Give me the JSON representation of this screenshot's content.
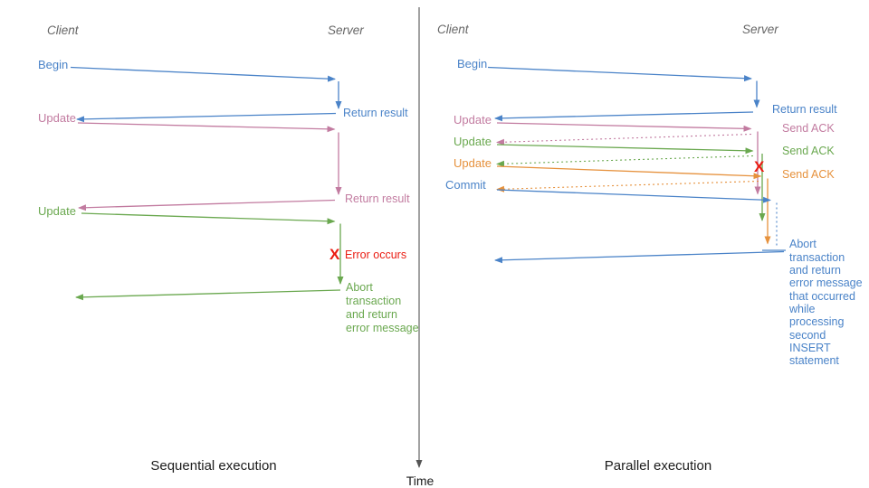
{
  "colors": {
    "blue": "#4a83c8",
    "pink": "#c27ba0",
    "green": "#6aa84f",
    "orange": "#e6913c",
    "red": "#ea1c12",
    "header_gray": "#666666",
    "text_dark": "#1c1c1c",
    "axis": "#555555"
  },
  "time_axis": {
    "label": "Time"
  },
  "left_panel": {
    "caption": "Sequential execution",
    "client": "Client",
    "server": "Server",
    "labels": {
      "begin": "Begin",
      "return_result_1": "Return result",
      "update_1": "Update",
      "return_result_2": "Return result",
      "update_2": "Update",
      "error_mark": "X",
      "error_text": "Error occurs",
      "abort_lines": [
        "Abort",
        "transaction",
        "and return",
        "error message"
      ]
    }
  },
  "right_panel": {
    "caption": "Parallel execution",
    "client": "Client",
    "server": "Server",
    "labels": {
      "begin": "Begin",
      "return_result": "Return result",
      "update_1": "Update",
      "update_2": "Update",
      "update_3": "Update",
      "commit": "Commit",
      "send_ack_1": "Send ACK",
      "send_ack_2": "Send ACK",
      "send_ack_3": "Send ACK",
      "error_mark": "X",
      "abort_lines": [
        "Abort",
        "transaction",
        "and return",
        "error message",
        "that occurred",
        "while",
        "processing",
        "second",
        "INSERT",
        "statement"
      ]
    }
  }
}
